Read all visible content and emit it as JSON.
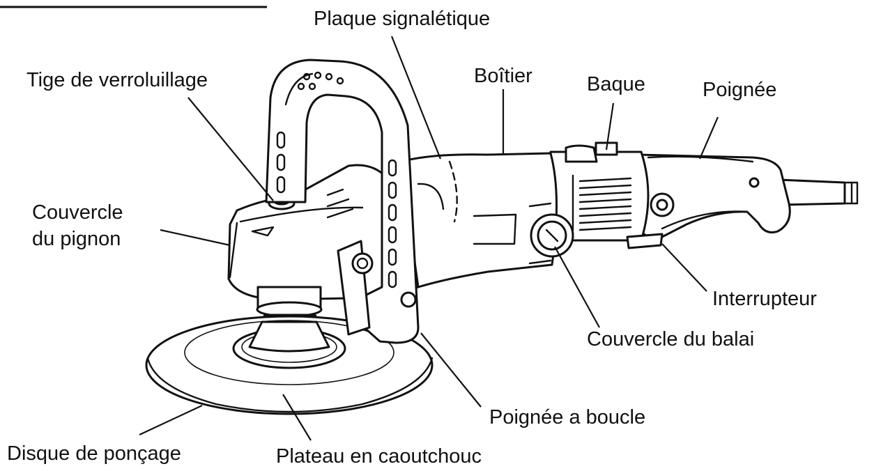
{
  "diagram": {
    "labels": {
      "plaque": "Plaque signalétique",
      "tige": "Tige de verroluillage",
      "boitier": "Boîtier",
      "baque": "Baque",
      "poignee": "Poignée",
      "couvercle_pignon_1": "Couvercle",
      "couvercle_pignon_2": "du pignon",
      "interrupteur": "Interrupteur",
      "couvercle_balai": "Couvercle du balai",
      "poignee_boucle": "Poignée a boucle",
      "disque": "Disque de ponçage",
      "plateau": "Plateau en caoutchouc"
    },
    "line_color": "#111111",
    "background": "#ffffff"
  }
}
